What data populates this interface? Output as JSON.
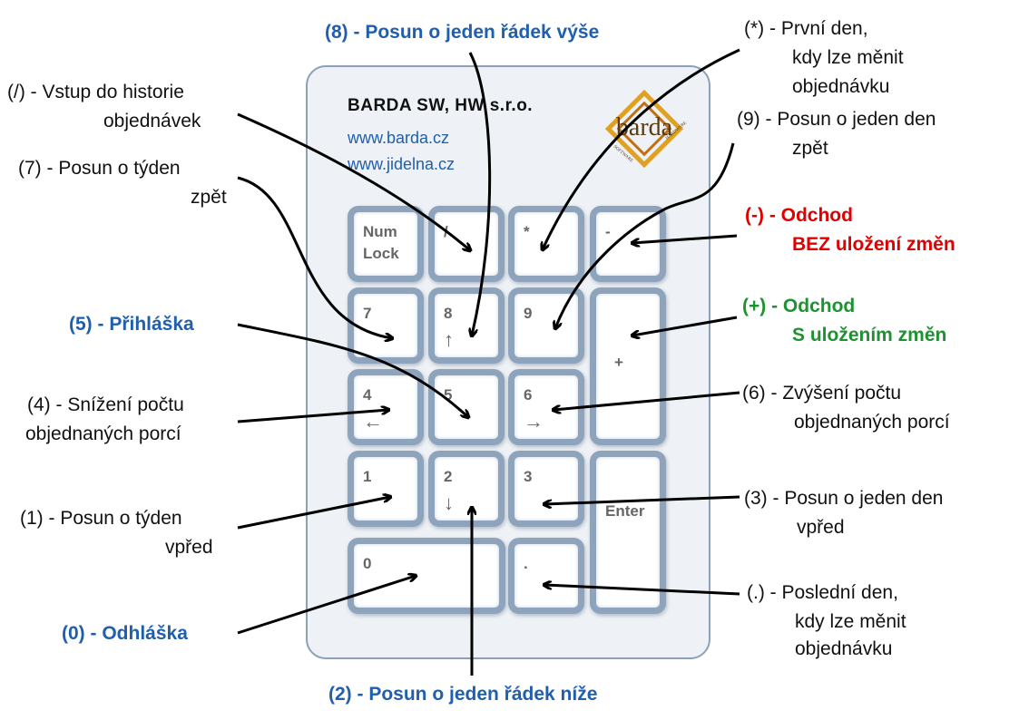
{
  "header": {
    "company": "BARDA SW, HW s.r.o.",
    "url1": "www.barda.cz",
    "url2": "www.jidelna.cz",
    "logo_text": "barda",
    "logo_left": "SOFTWARE",
    "logo_right": "HARDWARE"
  },
  "keys": {
    "numlock": "Num\nLock",
    "slash": "/",
    "star": "*",
    "minus": "-",
    "k7": "7",
    "k8": "8",
    "k8_arrow": "↑",
    "k9": "9",
    "plus": "+",
    "k4": "4",
    "k4_arrow": "←",
    "k5": "5",
    "k6": "6",
    "k6_arrow": "→",
    "k1": "1",
    "k2": "2",
    "k2_arrow": "↓",
    "k3": "3",
    "enter": "Enter",
    "k0": "0",
    "dot": "."
  },
  "labels": {
    "k8": "(8) - Posun o jeden řádek výše",
    "star": [
      "(*) - První den,",
      "kdy lze měnit",
      "objednávku"
    ],
    "slash": [
      "(/) - Vstup do historie",
      "objednávek"
    ],
    "k9": [
      "(9) - Posun o jeden den",
      "zpět"
    ],
    "k7": [
      "(7) - Posun o týden",
      "zpět"
    ],
    "minus": [
      "(-) - Odchod",
      "BEZ uložení změn"
    ],
    "plus": [
      "(+) - Odchod",
      "S uložením změn"
    ],
    "k5": "(5) - Přihláška",
    "k4": [
      "(4) - Snížení počtu",
      "objednaných porcí"
    ],
    "k6": [
      "(6) - Zvýšení počtu",
      "objednaných porcí"
    ],
    "k1": [
      "(1) - Posun o týden",
      "vpřed"
    ],
    "k3": [
      "(3) - Posun o jeden den",
      "vpřed"
    ],
    "dot": [
      "(.) - Poslední den,",
      "kdy lze měnit",
      "objednávku"
    ],
    "k0": "(0) - Odhláška",
    "k2": "(2) - Posun o jeden řádek níže"
  },
  "colors": {
    "blue": "#1f5fae",
    "red": "#e00000",
    "green": "#1e9130",
    "key_border": "#8ea3bc"
  }
}
